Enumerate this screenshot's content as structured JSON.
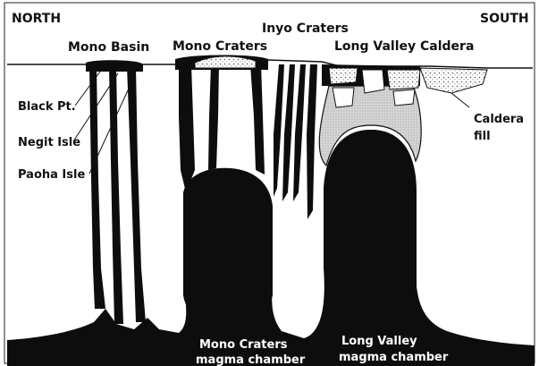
{
  "labels": {
    "north": "NORTH",
    "south": "SOUTH",
    "inyo_craters": "Inyo Craters",
    "mono_basin": "Mono Basin",
    "mono_craters": "Mono Craters",
    "long_valley_caldera": "Long Valley Caldera",
    "black_pt": "Black Pt.",
    "negit_isle": "Negit Isle",
    "paoha_isle": "Paoha Isle",
    "caldera_fill_line1": "Caldera",
    "caldera_fill_line2": "fill",
    "mono_chamber_line1": "Mono Craters",
    "mono_chamber_line2": "magma chamber",
    "lv_chamber_line1": "Long Valley",
    "lv_chamber_line2": "magma chamber"
  },
  "colors": {
    "ink": "#0d0d0d",
    "paper": "#ffffff",
    "caldera_fill": "#e2e2e2",
    "stipple": "#9a9a9a"
  }
}
